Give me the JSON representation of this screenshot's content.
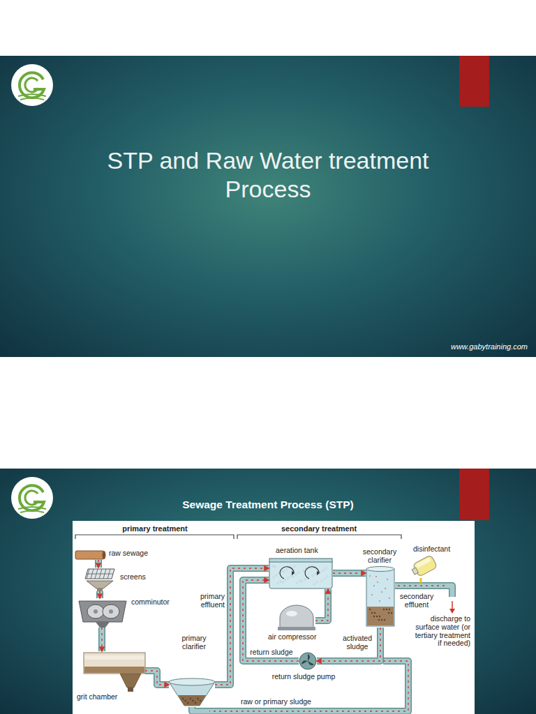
{
  "diagram": {
    "title": "STP and Raw Water treatment Process",
    "nodes": [
      {
        "text": [
          "raw sewage"
        ]
      },
      {
        "text": [
          "screens"
        ]
      },
      {
        "text": [
          "comminutor"
        ]
      },
      {
        "text": [
          "grit chamber"
        ]
      },
      {
        "text": [
          "primary clarifier"
        ]
      },
      {
        "text": [
          "aeration tank"
        ]
      },
      {
        "text": [
          "air compressor"
        ]
      },
      {
        "text": [
          "secondary clarifier"
        ]
      },
      {
        "text": [
          "return sludge pump"
        ]
      },
      {
        "text": [
          "disinfectant"
        ]
      }
    ],
    "edges": [
      {
        "from": 0,
        "to": 1,
        "arrow": "to"
      },
      {
        "from": 1,
        "to": 2,
        "arrow": "to"
      },
      {
        "from": 2,
        "to": 3,
        "arrow": "to"
      },
      {
        "from": 3,
        "to": 4,
        "arrow": "to"
      },
      {
        "from": 4,
        "to": 5,
        "label": "primary effluent",
        "arrow": "to"
      },
      {
        "from": 6,
        "to": 5,
        "arrow": "to"
      },
      {
        "from": 5,
        "to": 7,
        "arrow": "to"
      },
      {
        "from": 7,
        "to": 8,
        "arrow": "to"
      },
      {
        "from": 8,
        "to": 5,
        "label": "return sludge",
        "arrow": "to"
      }
    ],
    "labels": [
      "www.gabytraining.com",
      "Sewage Treatment Process (STP)",
      "primary treatment",
      "secondary treatment",
      "activated sludge",
      "secondary effluent",
      "discharge to surface water (or tertiary treatment if needed)",
      "raw or primary sludge"
    ]
  }
}
